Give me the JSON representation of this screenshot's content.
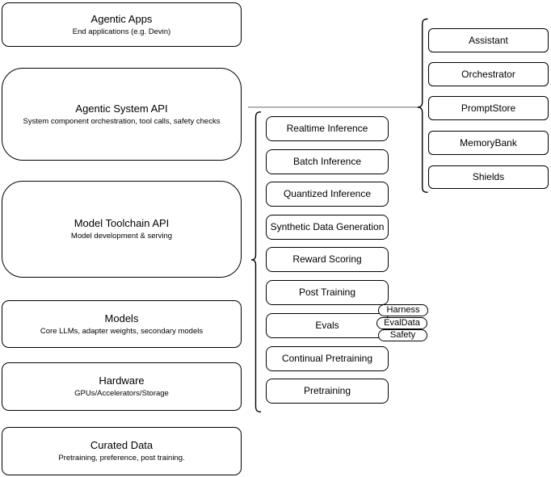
{
  "diagram": {
    "stack": {
      "items": [
        {
          "title": "Agentic Apps",
          "subtitle": "End applications (e.g. Devin)"
        },
        {
          "title": "Agentic System API",
          "subtitle": "System component orchestration, tool calls, safety checks"
        },
        {
          "title": "Model Toolchain API",
          "subtitle": "Model development & serving"
        },
        {
          "title": "Models",
          "subtitle": "Core LLMs, adapter weights, secondary models"
        },
        {
          "title": "Hardware",
          "subtitle": "GPUs/Accelerators/Storage"
        },
        {
          "title": "Curated Data",
          "subtitle": "Pretraining, preference, post training."
        }
      ]
    },
    "toolchain_services": {
      "items": [
        {
          "label": "Realtime Inference"
        },
        {
          "label": "Batch Inference"
        },
        {
          "label": "Quantized Inference"
        },
        {
          "label": "Synthetic Data Generation"
        },
        {
          "label": "Reward Scoring"
        },
        {
          "label": "Post Training"
        },
        {
          "label": "Evals"
        },
        {
          "label": "Continual Pretraining"
        },
        {
          "label": "Pretraining"
        }
      ]
    },
    "eval_tags": {
      "items": [
        {
          "label": "Harness"
        },
        {
          "label": "EvalData"
        },
        {
          "label": "Safety"
        }
      ]
    },
    "system_services": {
      "items": [
        {
          "label": "Assistant"
        },
        {
          "label": "Orchestrator"
        },
        {
          "label": "PromptStore"
        },
        {
          "label": "MemoryBank"
        },
        {
          "label": "Shields"
        }
      ]
    },
    "colors": {
      "stroke": "#000000",
      "fill": "#ffffff",
      "connector": "#7a7a7a"
    }
  }
}
